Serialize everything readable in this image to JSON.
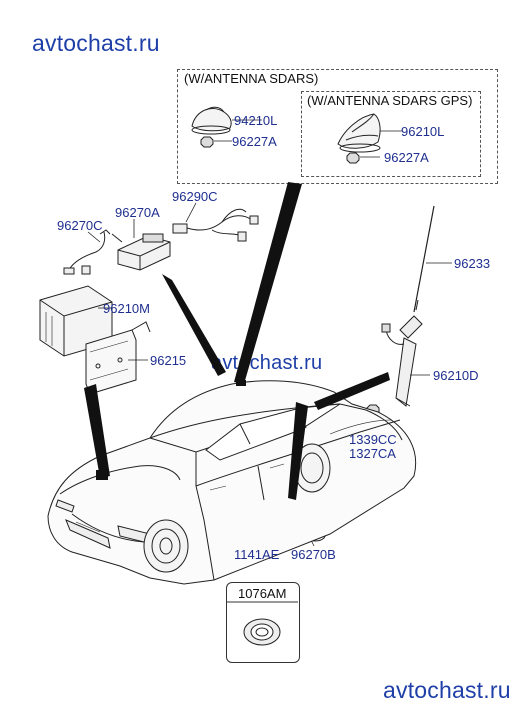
{
  "watermark": {
    "top": "avtochast.ru",
    "middle": "avtochast.ru",
    "bottom": "avtochast.ru"
  },
  "options": {
    "sdars_title": "(W/ANTENNA SDARS)",
    "sdars_gps_title": "(W/ANTENNA SDARS GPS)"
  },
  "parts": {
    "p94210L": "94210L",
    "p96227A_1": "96227A",
    "p96210L": "96210L",
    "p96227A_2": "96227A",
    "p96290C": "96290C",
    "p96270A": "96270A",
    "p96270C": "96270C",
    "p96210M": "96210M",
    "p96215": "96215",
    "p96233": "96233",
    "p96210D": "96210D",
    "p1339CC": "1339CC",
    "p1327CA": "1327CA",
    "p1141AE": "1141AE",
    "p96270B": "96270B",
    "p1076AM": "1076AM"
  },
  "colors": {
    "watermark": "#1f3fa8",
    "label": "#1f2f8f",
    "line": "#222222"
  }
}
